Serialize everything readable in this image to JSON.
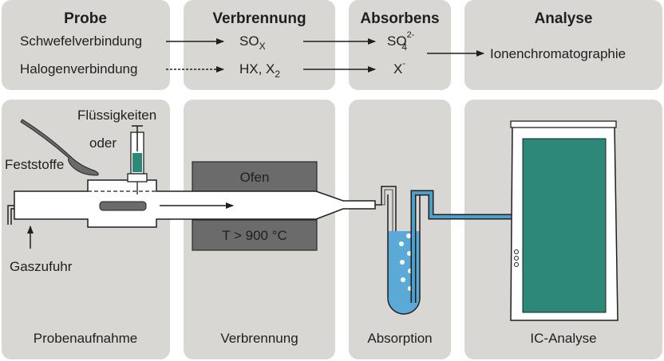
{
  "top": {
    "probe": {
      "title": "Probe",
      "line1": "Schwefelverbindung",
      "line2": "Halogenverbindung"
    },
    "verbrennung": {
      "title": "Verbrennung",
      "so_main": "SO",
      "so_sub": "X",
      "hx": "HX, X",
      "hx_sub": "2"
    },
    "absorbens": {
      "title": "Absorbens",
      "so4_main": "SO",
      "so4_sup": "2-",
      "so4_sub": "4",
      "x_main": "X",
      "x_sup": "-"
    },
    "analyse": {
      "title": "Analyse",
      "text": "Ionenchromatographie"
    }
  },
  "bottom": {
    "probenaufnahme": {
      "label": "Probenaufnahme",
      "fluessig": "Flüssigkeiten",
      "oder": "oder",
      "fest": "Feststoffe",
      "gas": "Gaszufuhr"
    },
    "verbrennung": {
      "label": "Verbrennung",
      "ofen": "Ofen",
      "temp": "T > 900 °C"
    },
    "absorption": {
      "label": "Absorption"
    },
    "ic": {
      "label": "IC-Analyse"
    }
  },
  "colors": {
    "panel": "#d9d7d4",
    "dark_box": "#6b6b6b",
    "teal": "#2e8878",
    "liquid_blue": "#5aa9d6",
    "tube_blue": "#4d9ec8"
  }
}
